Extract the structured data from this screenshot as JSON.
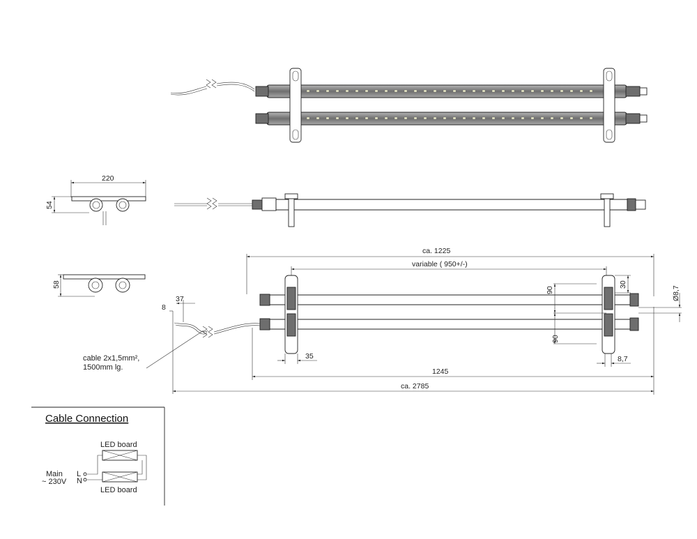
{
  "dimensions": {
    "top_width": "220",
    "side_height_a": "54",
    "side_height_b": "58",
    "overall_length_tube": "ca. 1225",
    "variable_spacing": "variable ( 950+/-)",
    "offset_8": "8",
    "offset_37": "37",
    "bracket_35": "35",
    "length_1245": "1245",
    "overall_length_total": "ca. 2785",
    "spacing_90_top": "90",
    "spacing_90_bottom": "90",
    "spacing_30": "30",
    "diameter": "Ø8,7",
    "bracket_8_7": "8,7"
  },
  "annotations": {
    "cable_line1": "cable 2x1,5mm²,",
    "cable_line2": "1500mm lg."
  },
  "cable_connection": {
    "title": "Cable Connection",
    "board_top": "LED board",
    "board_bottom": "LED board",
    "mains_line1": "Main",
    "mains_line2": "~ 230V",
    "terminal_l": "L",
    "terminal_n": "N"
  },
  "colors": {
    "line": "#222222",
    "tube_fill": "#8a8a8a",
    "background": "#ffffff"
  }
}
